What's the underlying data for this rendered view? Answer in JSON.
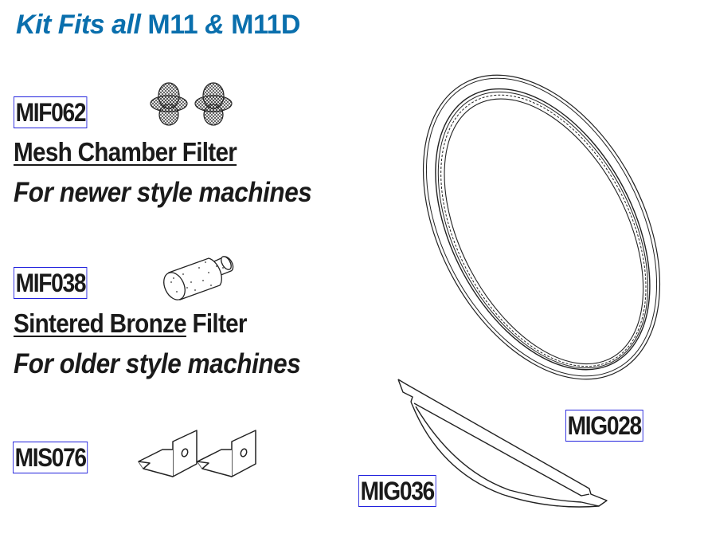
{
  "header": {
    "title_italic": "Kit Fits all",
    "title_models": "M11",
    "title_amp": "&",
    "title_model2": "M11D",
    "color": "#0a6fad"
  },
  "items": [
    {
      "part_number": "MIF062",
      "name": "Mesh Chamber Filter",
      "note": "For newer style machines",
      "illustration": "mesh-filter-icon"
    },
    {
      "part_number": "MIF038",
      "name_underlined": "Sintered Bronze",
      "name_rest": "Filter",
      "note": "For older style machines",
      "illustration": "bronze-filter-icon"
    },
    {
      "part_number": "MIS076",
      "illustration": "bracket-icon"
    },
    {
      "part_number": "MIG028",
      "illustration": "door-gasket-icon"
    },
    {
      "part_number": "MIG036",
      "illustration": "chamber-gasket-icon"
    }
  ],
  "colors": {
    "label_border": "#2222dd",
    "text": "#1a1a1a"
  }
}
